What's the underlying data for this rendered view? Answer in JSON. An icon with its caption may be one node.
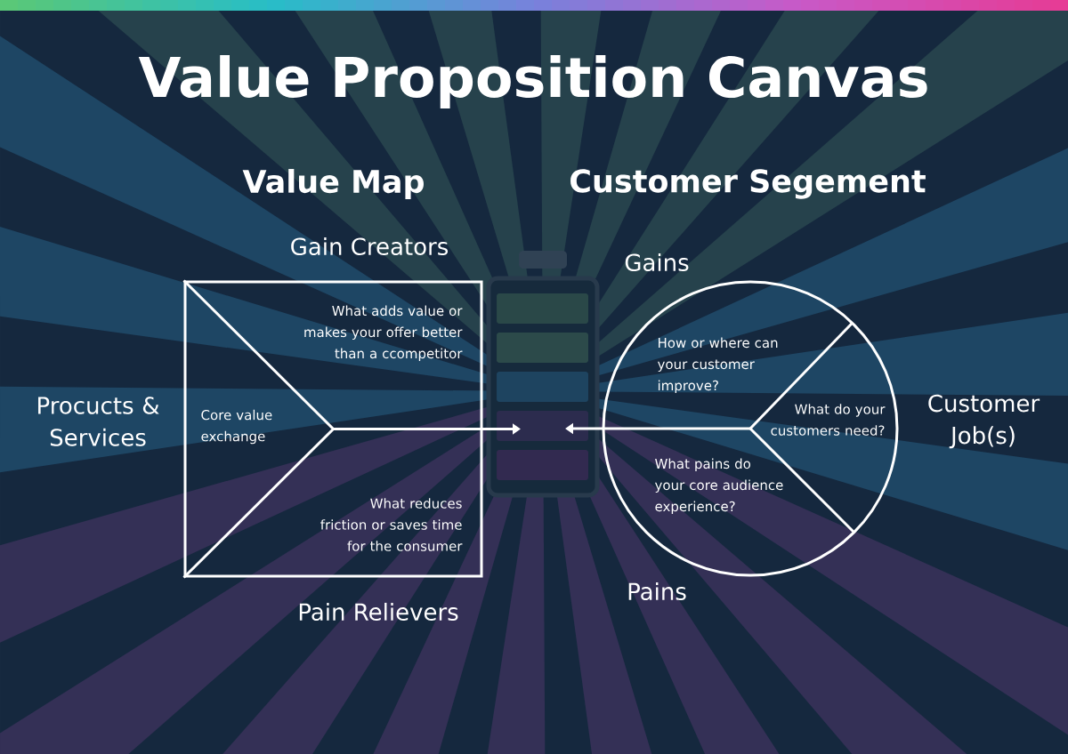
{
  "diagram": {
    "title": "Value Proposition Canvas",
    "nodes": [
      {
        "text": [
          "What adds value or makes your offer better than a ccompetitor",
          "Core value exchange",
          "What reduces friction or saves time for the consumer"
        ],
        "beside": [
          "Gain Creators",
          "Procucts & Services",
          "Pain Relievers"
        ]
      },
      {
        "text": [],
        "shape": "box"
      },
      {
        "text": [
          "How or where can your customer improve?",
          "What do your customers need?",
          "What pains do your core audience experience?"
        ],
        "beside": [
          "Gains",
          "Customer Job(s)",
          "Pains"
        ]
      }
    ],
    "edges": [
      {
        "from": 0,
        "to": 1,
        "arrow": "to"
      },
      {
        "from": 2,
        "to": 1,
        "arrow": "to"
      }
    ],
    "labels": [
      "Value Map",
      "Customer Segement"
    ]
  }
}
